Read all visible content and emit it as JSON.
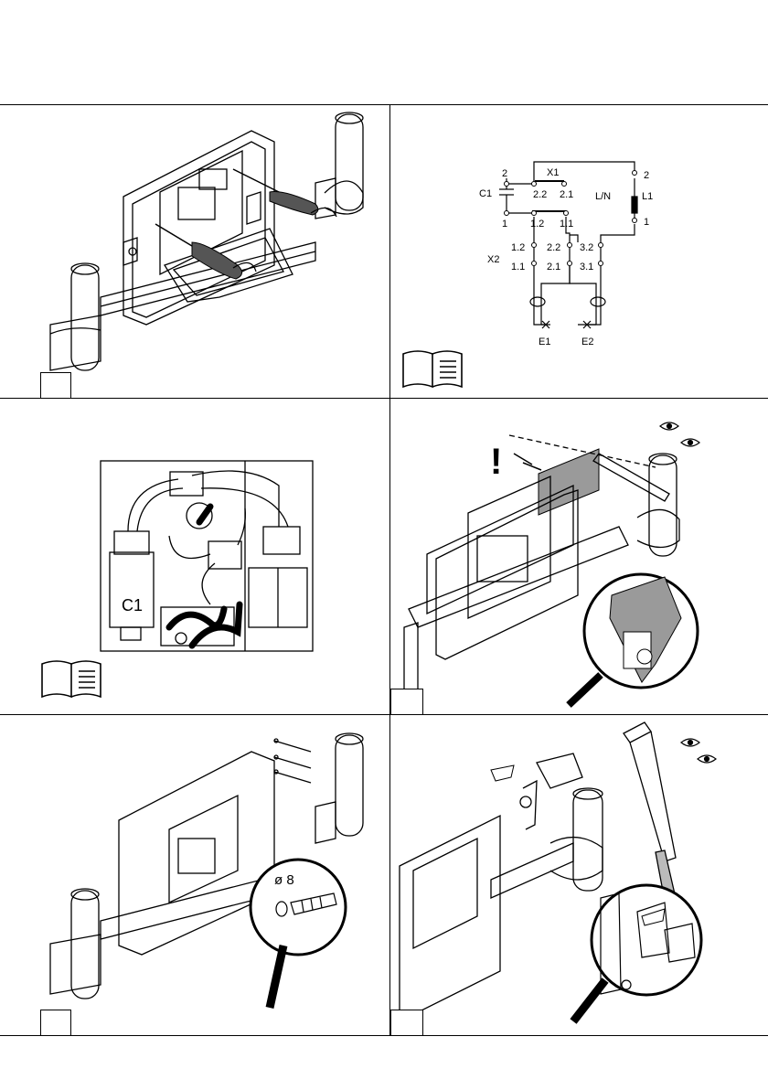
{
  "panels": {
    "wiring": {
      "terminals": {
        "x1": "X1",
        "x2": "X2",
        "c1": "C1",
        "ln": "L/N",
        "l1": "L1",
        "e1": "E1",
        "e2": "E2",
        "c1_top": "2",
        "c1_bot": "1",
        "x1_22": "2.2",
        "x1_21": "2.1",
        "x1_12": "1.2",
        "x1_11": "1.1",
        "l1_top": "2",
        "l1_bot": "1",
        "x2_a12": "1.2",
        "x2_a11": "1.1",
        "x2_b22": "2.2",
        "x2_b21": "2.1",
        "x2_c32": "3.2",
        "x2_c31": "3.1"
      }
    },
    "ballast": {
      "component_label": "C1"
    },
    "warning": {
      "mark": "!"
    },
    "drill": {
      "diameter": "ø 8"
    }
  },
  "colors": {
    "ink": "#000000",
    "shade": "#9a9a9a",
    "grip": "#555555"
  }
}
